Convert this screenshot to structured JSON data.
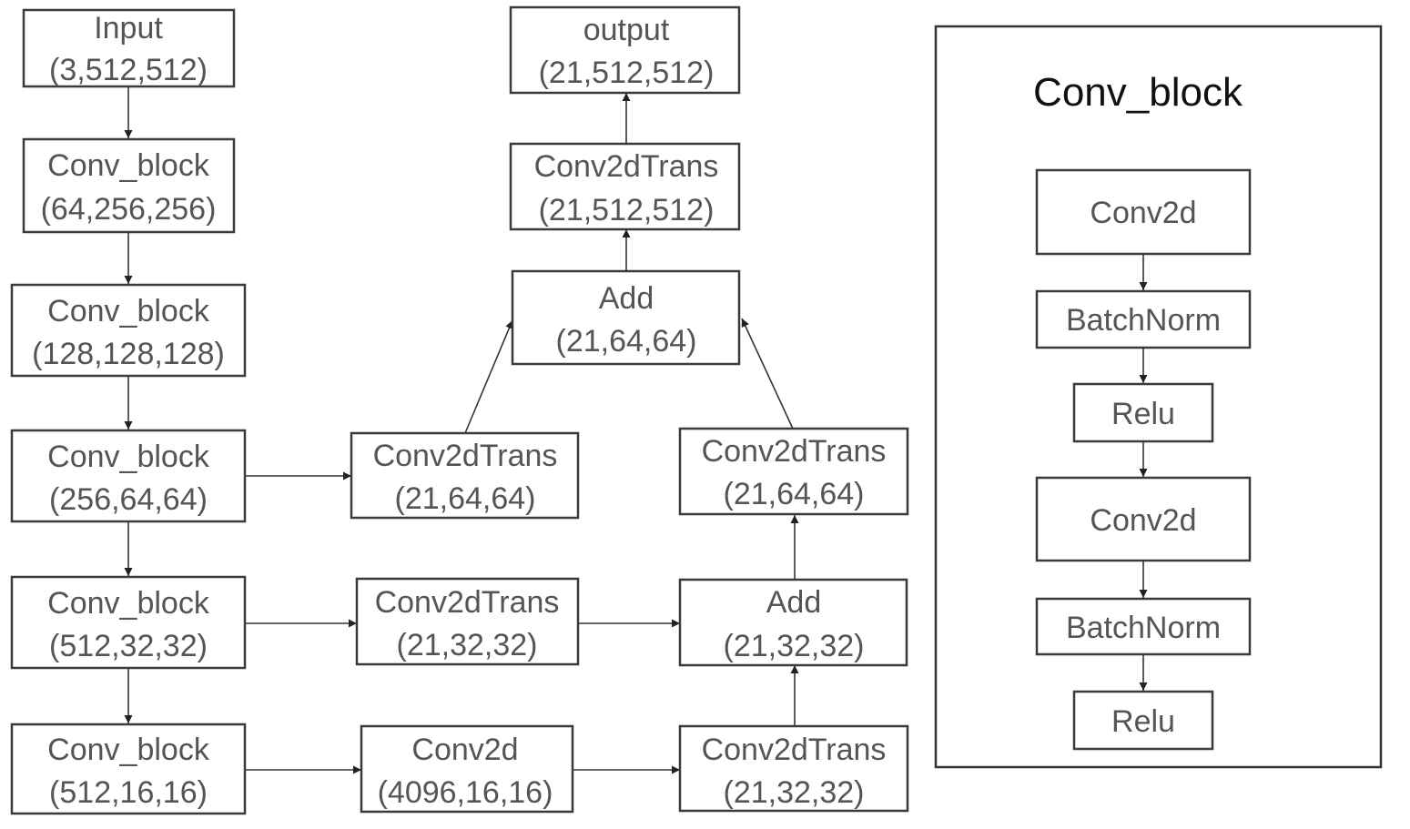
{
  "nodes": {
    "input": [
      "Input",
      "(3,512,512)"
    ],
    "cb1": [
      "Conv_block",
      "(64,256,256)"
    ],
    "cb2": [
      "Conv_block",
      "(128,128,128)"
    ],
    "cb3": [
      "Conv_block",
      "(256,64,64)"
    ],
    "cb4": [
      "Conv_block",
      "(512,32,32)"
    ],
    "cb5": [
      "Conv_block",
      "(512,16,16)"
    ],
    "ct1": [
      "Conv2dTrans",
      "(21,64,64)"
    ],
    "ct2": [
      "Conv2dTrans",
      "(21,32,32)"
    ],
    "conv": [
      "Conv2d",
      "(4096,16,16)"
    ],
    "ct3": [
      "Conv2dTrans",
      "(21,32,32)"
    ],
    "add1": [
      "Add",
      "(21,32,32)"
    ],
    "ct4": [
      "Conv2dTrans",
      "(21,64,64)"
    ],
    "add2": [
      "Add",
      "(21,64,64)"
    ],
    "ct5": [
      "Conv2dTrans",
      "(21,512,512)"
    ],
    "output": [
      "output",
      "(21,512,512)"
    ]
  },
  "panel": {
    "title": "Conv_block",
    "steps": [
      "Conv2d",
      "BatchNorm",
      "Relu",
      "Conv2d",
      "BatchNorm",
      "Relu"
    ]
  },
  "edges": [
    [
      "input",
      "cb1"
    ],
    [
      "cb1",
      "cb2"
    ],
    [
      "cb2",
      "cb3"
    ],
    [
      "cb3",
      "cb4"
    ],
    [
      "cb4",
      "cb5"
    ],
    [
      "cb3",
      "ct1"
    ],
    [
      "cb4",
      "ct2"
    ],
    [
      "cb5",
      "conv"
    ],
    [
      "conv",
      "ct3"
    ],
    [
      "ct2",
      "add1"
    ],
    [
      "ct3",
      "add1"
    ],
    [
      "add1",
      "ct4"
    ],
    [
      "ct1",
      "add2"
    ],
    [
      "ct4",
      "add2"
    ],
    [
      "add2",
      "ct5"
    ],
    [
      "ct5",
      "output"
    ]
  ],
  "colors": {
    "stroke": "#3a3a3a",
    "text": "#555555",
    "title": "#111111"
  }
}
